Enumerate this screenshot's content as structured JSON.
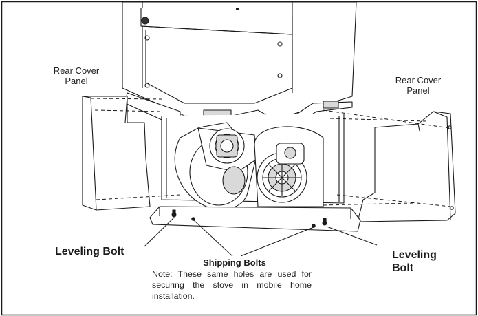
{
  "labels": {
    "rear_cover_panel_left": [
      "Rear Cover",
      "Panel"
    ],
    "rear_cover_panel_right": [
      "Rear Cover",
      "Panel"
    ],
    "leveling_bolt_left": "Leveling Bolt",
    "leveling_bolt_right": [
      "Leveling",
      "Bolt"
    ],
    "shipping_bolts": "Shipping Bolts",
    "note": "Note: These same holes are used for securing the stove in mobile home installation."
  },
  "colors": {
    "line": "#1a1a1a",
    "fill": "#ffffff",
    "shade": "#d9d9d9",
    "dark": "#333333"
  }
}
